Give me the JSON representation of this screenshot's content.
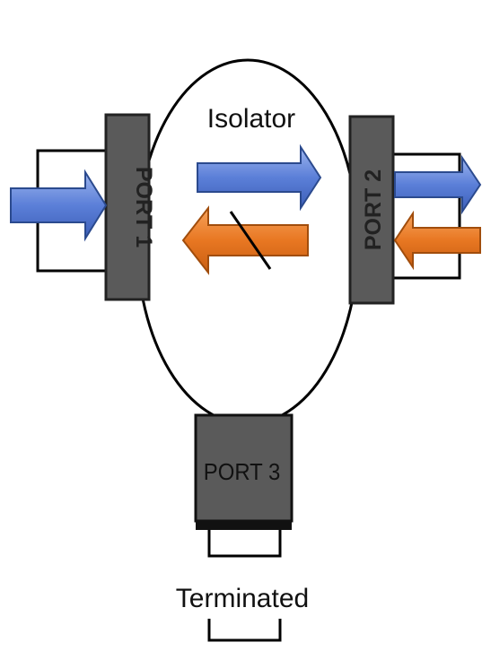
{
  "diagram": {
    "title": "Isolator",
    "ports": {
      "port1": "PORT 1",
      "port2": "PORT 2",
      "port3": "PORT 3"
    },
    "termination_label": "Terminated",
    "colors": {
      "forward_arrow": "#5b7fd8",
      "reverse_arrow": "#e87722",
      "port_fill": "#5a5a5a",
      "outline": "#000000",
      "background": "#ffffff"
    },
    "signals": [
      {
        "name": "forward-wave",
        "direction": "right",
        "color": "blue"
      },
      {
        "name": "reflected-wave",
        "direction": "left",
        "color": "orange",
        "blocked": true
      }
    ]
  }
}
